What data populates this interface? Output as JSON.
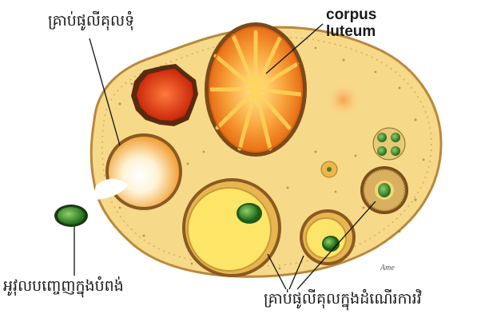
{
  "labels": {
    "corpus_luteum_line1": "corpus",
    "corpus_luteum_line2": "luteum",
    "mature_follicle": "គ្រាប់ផូលីគុលទុំ",
    "ovulated_egg": "អូវុលបញ្ចេញក្នុងបំពង់",
    "developing_follicles": "គ្រាប់ផូលីគុលក្នុងដំណើរការវិ"
  },
  "signature": "Ame",
  "colors": {
    "stroma": "#f7d98a",
    "capsule": "#b8893a",
    "corpus_luteum": "#f08a1c",
    "corpus_highlight": "#ffd45a",
    "corpus_albicans": "#e8330f",
    "antrum": "#fde667",
    "oocyte": "#2f8a23",
    "line": "#111111"
  }
}
